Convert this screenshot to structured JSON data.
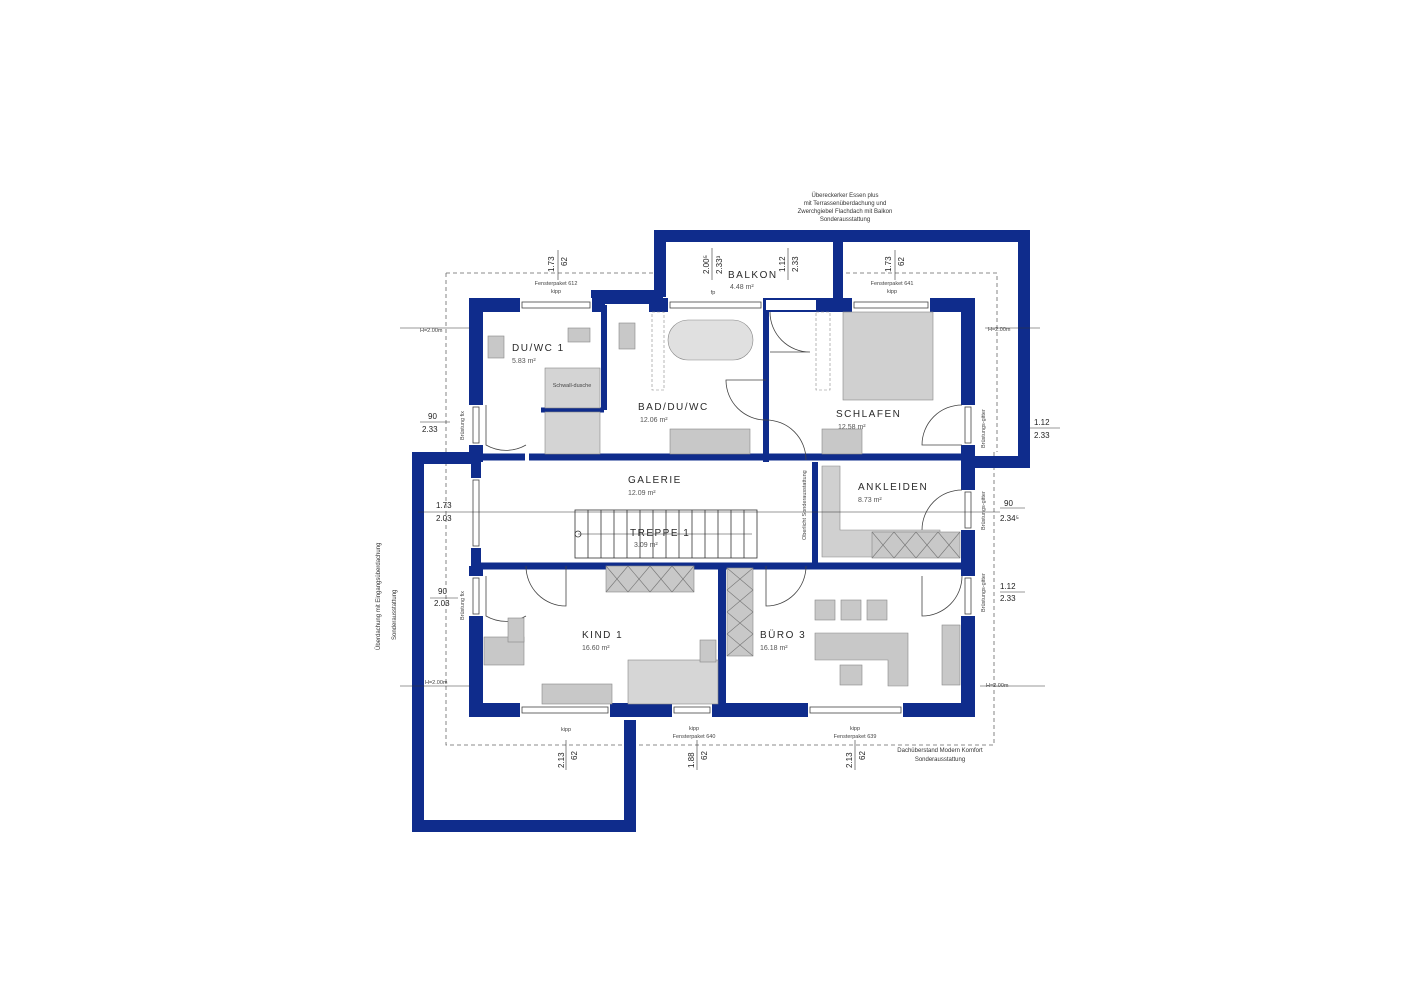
{
  "colors": {
    "wall": "#0f2c8c",
    "furniture": "#c8c8c8",
    "line": "#333333"
  },
  "note_top": [
    "Übereckerker Essen plus",
    "mit Terrassenüberdachung und",
    "Zwerchgiebel Flachdach mit Balkon",
    "Sonderausstattung"
  ],
  "note_left": [
    "Überdachung mit Eingangsüberdachung",
    "Sonderausstattung"
  ],
  "note_bottom": [
    "Dachüberstand Modern Komfort",
    "Sonderausstattung"
  ],
  "rooms": {
    "duwc": {
      "name": "DU/WC 1",
      "area": "5.83 m²"
    },
    "bad": {
      "name": "BAD/DU/WC",
      "area": "12.06 m²"
    },
    "balkon": {
      "name": "BALKON",
      "area": "4.48 m²"
    },
    "schlafen": {
      "name": "SCHLAFEN",
      "area": "12.58 m²"
    },
    "galerie": {
      "name": "GALERIE",
      "area": "12.09 m²"
    },
    "treppe": {
      "name": "TREPPE 1",
      "area": "3.09 m²"
    },
    "ankleiden": {
      "name": "ANKLEIDEN",
      "area": "8.73 m²"
    },
    "kind": {
      "name": "KIND 1",
      "area": "16.60 m²"
    },
    "buero": {
      "name": "BÜRO 3",
      "area": "16.18 m²"
    }
  },
  "dims": {
    "top_left_a": "1.73",
    "top_left_b": "62",
    "top_mid_a": "2.00⁵",
    "top_mid_b": "2.33³",
    "top_mid2_a": "1.12",
    "top_mid2_b": "2.33",
    "top_right_a": "1.73",
    "top_right_b": "62",
    "left1_a": "90",
    "left1_b": "2.33",
    "left2_a": "1.73",
    "left2_b": "2.03",
    "left3_a": "90",
    "left3_b": "2.03",
    "right1_a": "1.12",
    "right1_b": "2.33",
    "right2_a": "90",
    "right2_b": "2.34⁵",
    "right3_a": "1.12",
    "right3_b": "2.33",
    "bot1_a": "2.13",
    "bot1_b": "62",
    "bot2_a": "1.88",
    "bot2_b": "62",
    "bot3_a": "2.13",
    "bot3_b": "62",
    "h_left_top": "H=2.00m",
    "h_right_top": "H=2.00m",
    "h_left_bot": "H=2.00m",
    "h_right_bot": "H=2.00m"
  },
  "windows": {
    "fp_top_left": "Fensterpaket 612",
    "kipp_top_left": "kipp",
    "fp_top_right": "Fensterpaket 641",
    "kipp_top_right": "kipp",
    "kipp_bot_left": "kipp",
    "kipp_bot_mid": "kipp",
    "fp_bot_mid": "Fensterpaket 640",
    "kipp_bot_right": "kipp",
    "fp_bot_right": "Fensterpaket 639",
    "bal_fp": "fp"
  },
  "labels": {
    "bruestung": "Brüstung fix",
    "bruestung_r": "Brüstungs-gitter",
    "dusche": "Schwall-dusche",
    "obenlicht": "Oberlicht Sonderausstattung"
  }
}
